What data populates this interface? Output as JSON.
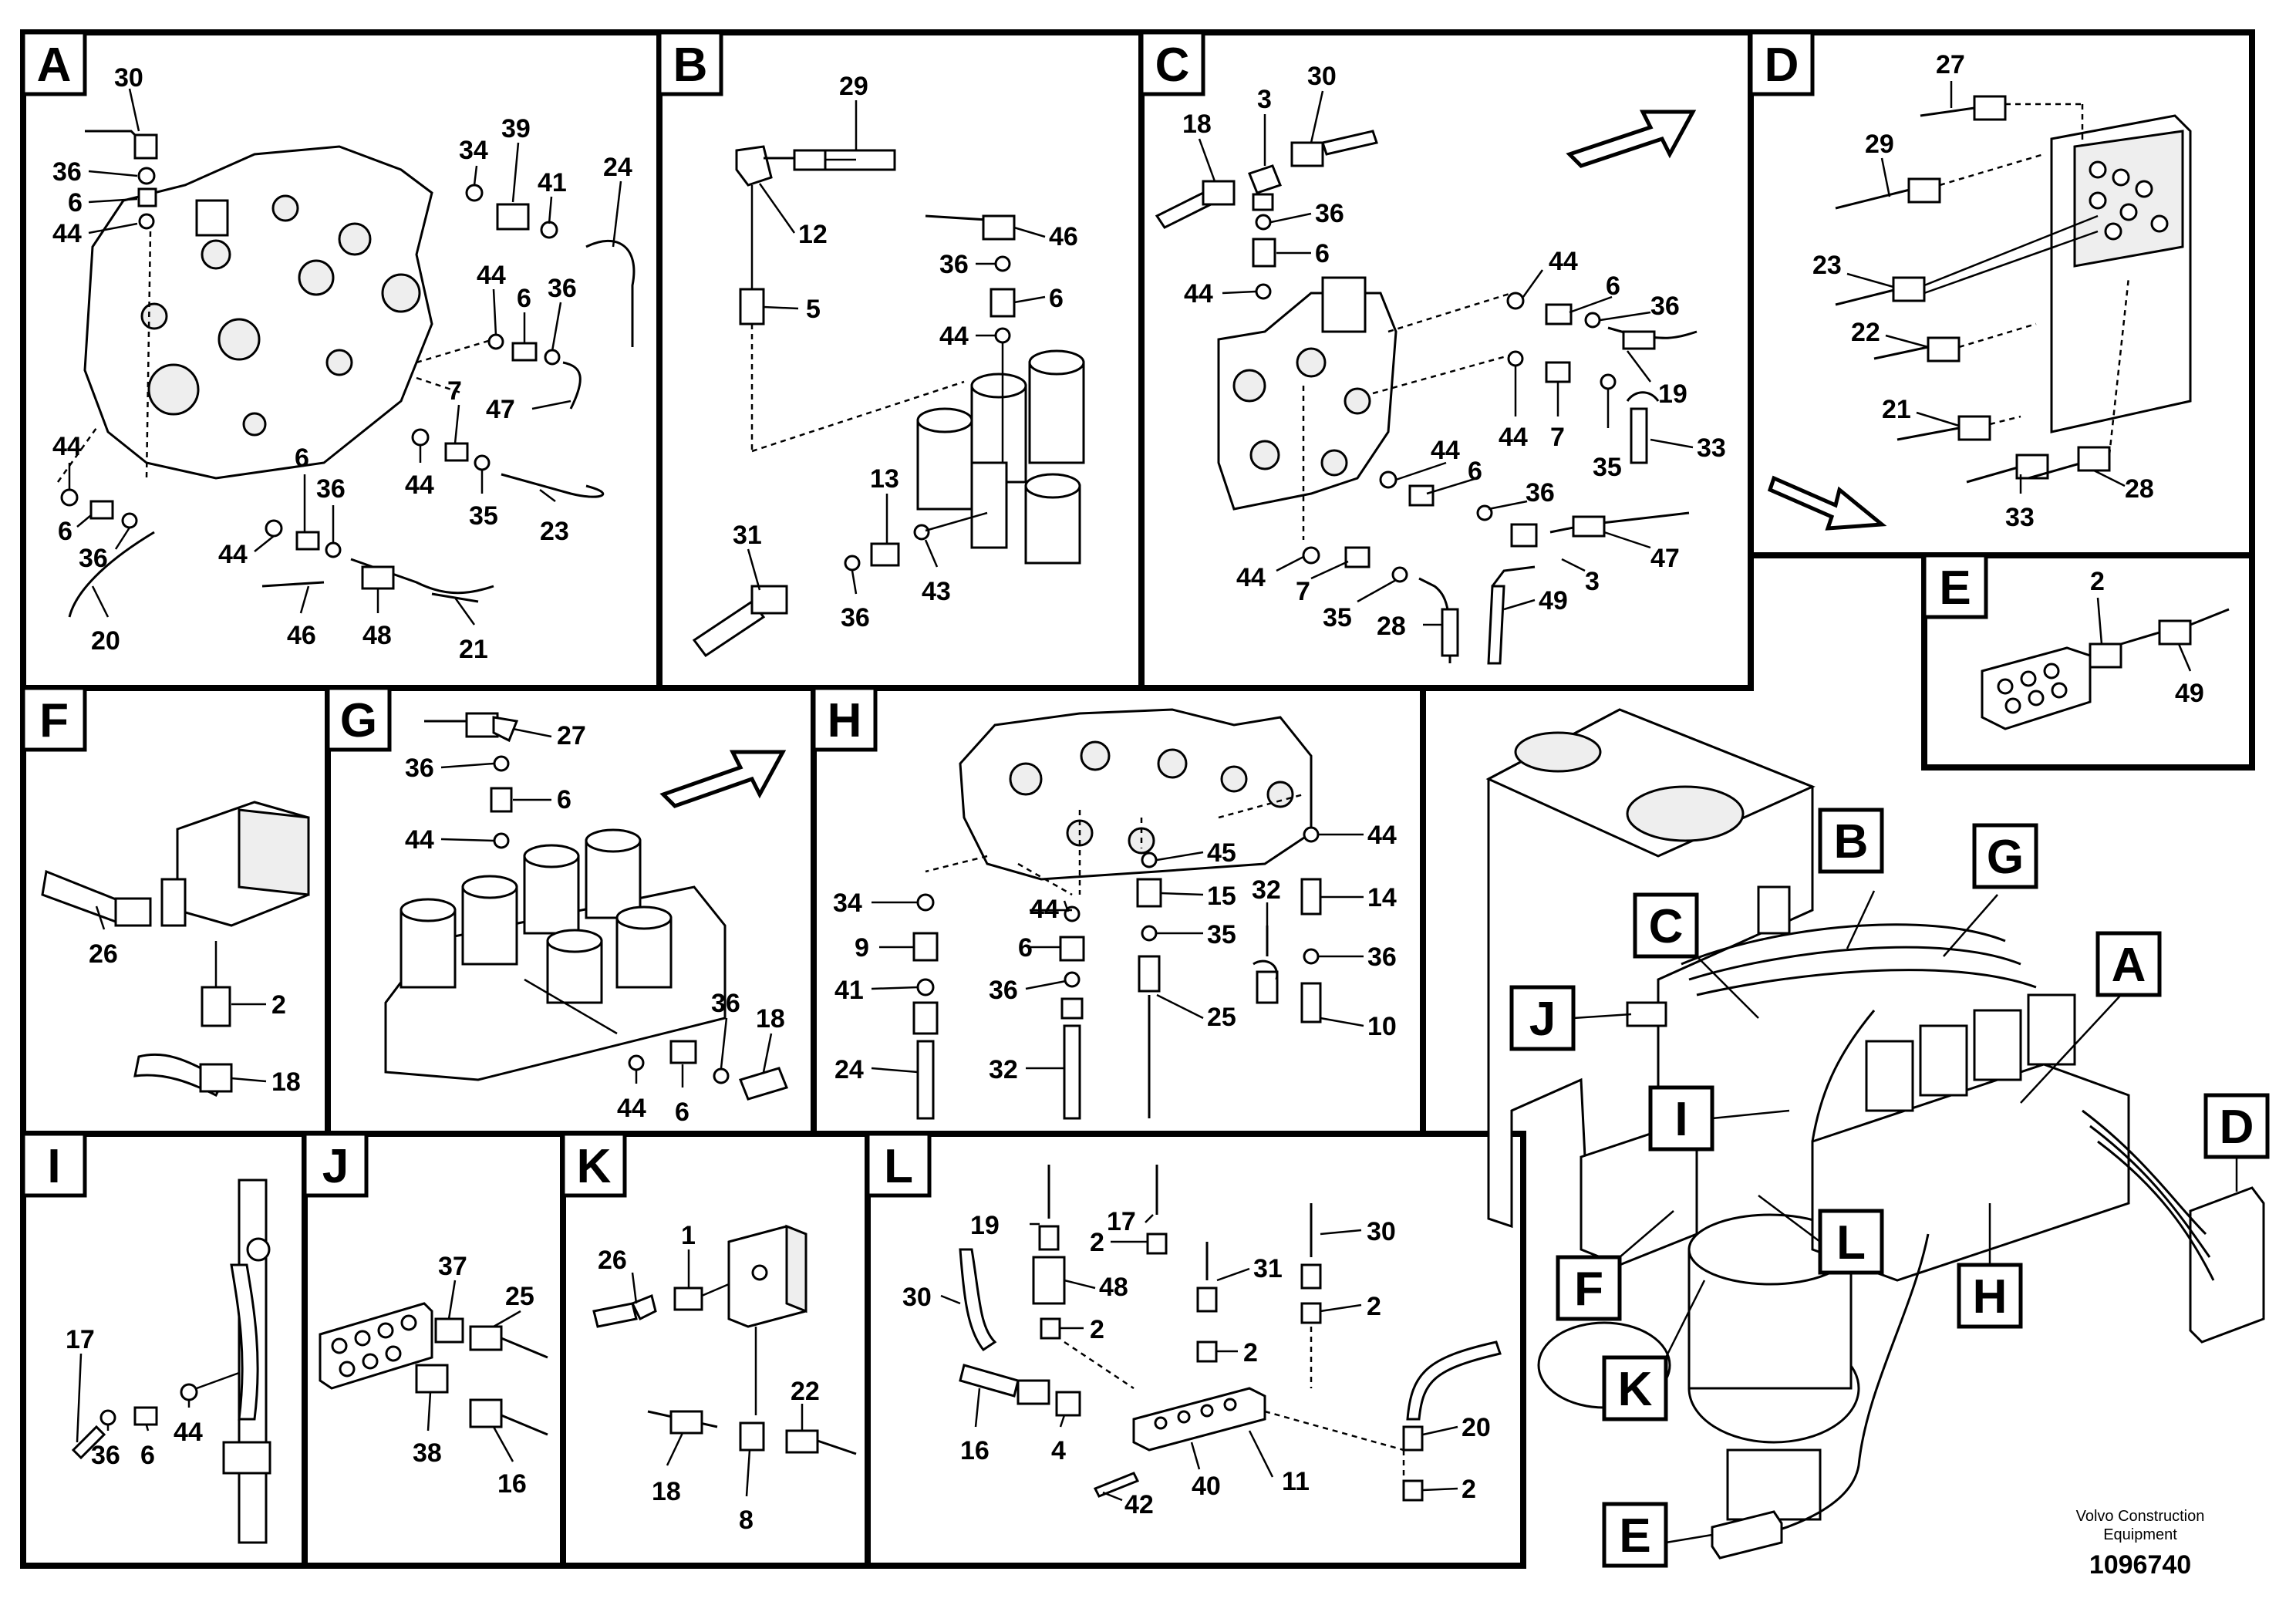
{
  "panels": [
    {
      "id": "A",
      "callouts": [
        "30",
        "36",
        "6",
        "44",
        "34",
        "39",
        "41",
        "24",
        "44",
        "6",
        "36",
        "47",
        "7",
        "44",
        "35",
        "23",
        "44",
        "6",
        "36",
        "6",
        "36",
        "44",
        "46",
        "48",
        "21",
        "20"
      ]
    },
    {
      "id": "B",
      "callouts": [
        "29",
        "12",
        "5",
        "46",
        "36",
        "6",
        "44",
        "13",
        "31",
        "36",
        "43"
      ]
    },
    {
      "id": "C",
      "callouts": [
        "18",
        "3",
        "30",
        "36",
        "6",
        "44",
        "44",
        "6",
        "36",
        "19",
        "44",
        "7",
        "35",
        "33",
        "44",
        "6",
        "36",
        "47",
        "44",
        "7",
        "35",
        "28",
        "49",
        "3"
      ]
    },
    {
      "id": "D",
      "callouts": [
        "27",
        "29",
        "23",
        "22",
        "21",
        "33",
        "28"
      ]
    },
    {
      "id": "E",
      "callouts": [
        "2",
        "49"
      ]
    },
    {
      "id": "F",
      "callouts": [
        "26",
        "2",
        "18"
      ]
    },
    {
      "id": "G",
      "callouts": [
        "27",
        "36",
        "6",
        "44",
        "36",
        "18",
        "44",
        "6"
      ]
    },
    {
      "id": "H",
      "callouts": [
        "45",
        "44",
        "15",
        "35",
        "25",
        "34",
        "9",
        "41",
        "24",
        "44",
        "6",
        "36",
        "32",
        "32",
        "44",
        "14",
        "36",
        "10"
      ]
    },
    {
      "id": "I",
      "callouts": [
        "17",
        "36",
        "6",
        "44"
      ]
    },
    {
      "id": "J",
      "callouts": [
        "37",
        "25",
        "38",
        "16"
      ]
    },
    {
      "id": "K",
      "callouts": [
        "26",
        "1",
        "18",
        "22",
        "8"
      ]
    },
    {
      "id": "L",
      "callouts": [
        "19",
        "17",
        "2",
        "48",
        "30",
        "2",
        "31",
        "2",
        "30",
        "2",
        "16",
        "4",
        "42",
        "40",
        "11",
        "20",
        "2"
      ]
    }
  ],
  "overview_labels": [
    "B",
    "G",
    "C",
    "A",
    "J",
    "I",
    "D",
    "F",
    "L",
    "H",
    "K",
    "E"
  ],
  "footer": {
    "company_line1": "Volvo Construction",
    "company_line2": "Equipment",
    "figure_number": "1096740"
  }
}
